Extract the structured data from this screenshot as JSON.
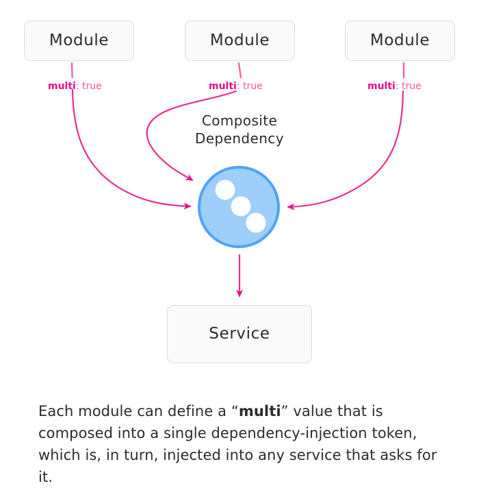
{
  "diagram": {
    "title": "Composite Dependency",
    "nodes": {
      "module_1": {
        "label": "Module"
      },
      "module_2": {
        "label": "Module"
      },
      "module_3": {
        "label": "Module"
      },
      "service": {
        "label": "Service"
      },
      "composite": {
        "title_line_1": "Composite",
        "title_line_2": "Dependency",
        "dot_count": 3
      }
    },
    "edge_labels": [
      {
        "key": "multi",
        "separator": ": ",
        "value": "true"
      },
      {
        "key": "multi",
        "separator": ": ",
        "value": "true"
      },
      {
        "key": "multi",
        "separator": ": ",
        "value": "true"
      }
    ],
    "colors": {
      "accent_pink": "#ec0d87",
      "edge_pink": "#f0489e",
      "circle_fill": "#9ecefa",
      "circle_stroke": "#4fa3f7",
      "box_fill": "#fafafa",
      "box_border": "#dcdcdc",
      "text": "#2b2b2b",
      "background": "#ffffff"
    }
  },
  "description": {
    "part_1": "Each module can define a “",
    "emphasis": "multi",
    "part_2": "” value that is composed into a single dependency-injection token, which is, in turn, injected into any service that asks for it."
  }
}
